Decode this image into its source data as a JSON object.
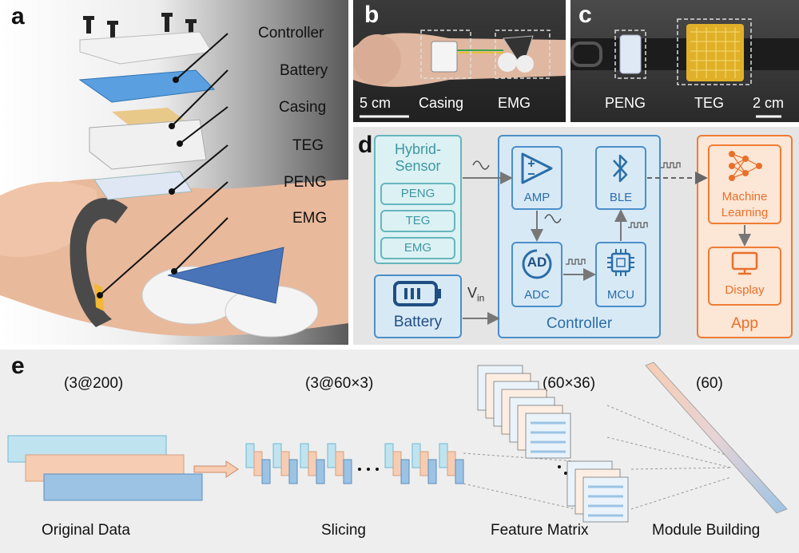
{
  "panel_a": {
    "label": "a",
    "callouts": [
      "Controller",
      "Battery",
      "Casing",
      "TEG",
      "PENG",
      "EMG"
    ]
  },
  "panel_b": {
    "label": "b",
    "scale": "5 cm",
    "casing": "Casing",
    "emg": "EMG"
  },
  "panel_c": {
    "label": "c",
    "peng": "PENG",
    "teg": "TEG",
    "scale": "2 cm"
  },
  "panel_d": {
    "label": "d",
    "hybrid_title_line1": "Hybrid-",
    "hybrid_title_line2": "Sensor",
    "sensors": [
      "PENG",
      "TEG",
      "EMG"
    ],
    "battery": "Battery",
    "vin": "V",
    "vin_sub": "in",
    "amp": "AMP",
    "ble": "BLE",
    "adc": "ADC",
    "adc_icon": "AD",
    "mcu": "MCU",
    "controller": "Controller",
    "ml_line1": "Machine",
    "ml_line2": "Learning",
    "display": "Display",
    "app": "App"
  },
  "panel_e": {
    "label": "e",
    "dim1": "(3@200)",
    "dim2": "(3@60×3)",
    "dim3": "(60×36)",
    "dim4": "(60)",
    "step1": "Original Data",
    "step2": "Slicing",
    "step3": "Feature Matrix",
    "step4": "Module Building"
  },
  "colors": {
    "blue": "#4a8fc9",
    "teal": "#66b5bd",
    "orange": "#ee7d35",
    "e_blue": "#9cc3e4",
    "e_peach": "#f6cdb2",
    "e_cyan": "#bfe4ef"
  }
}
